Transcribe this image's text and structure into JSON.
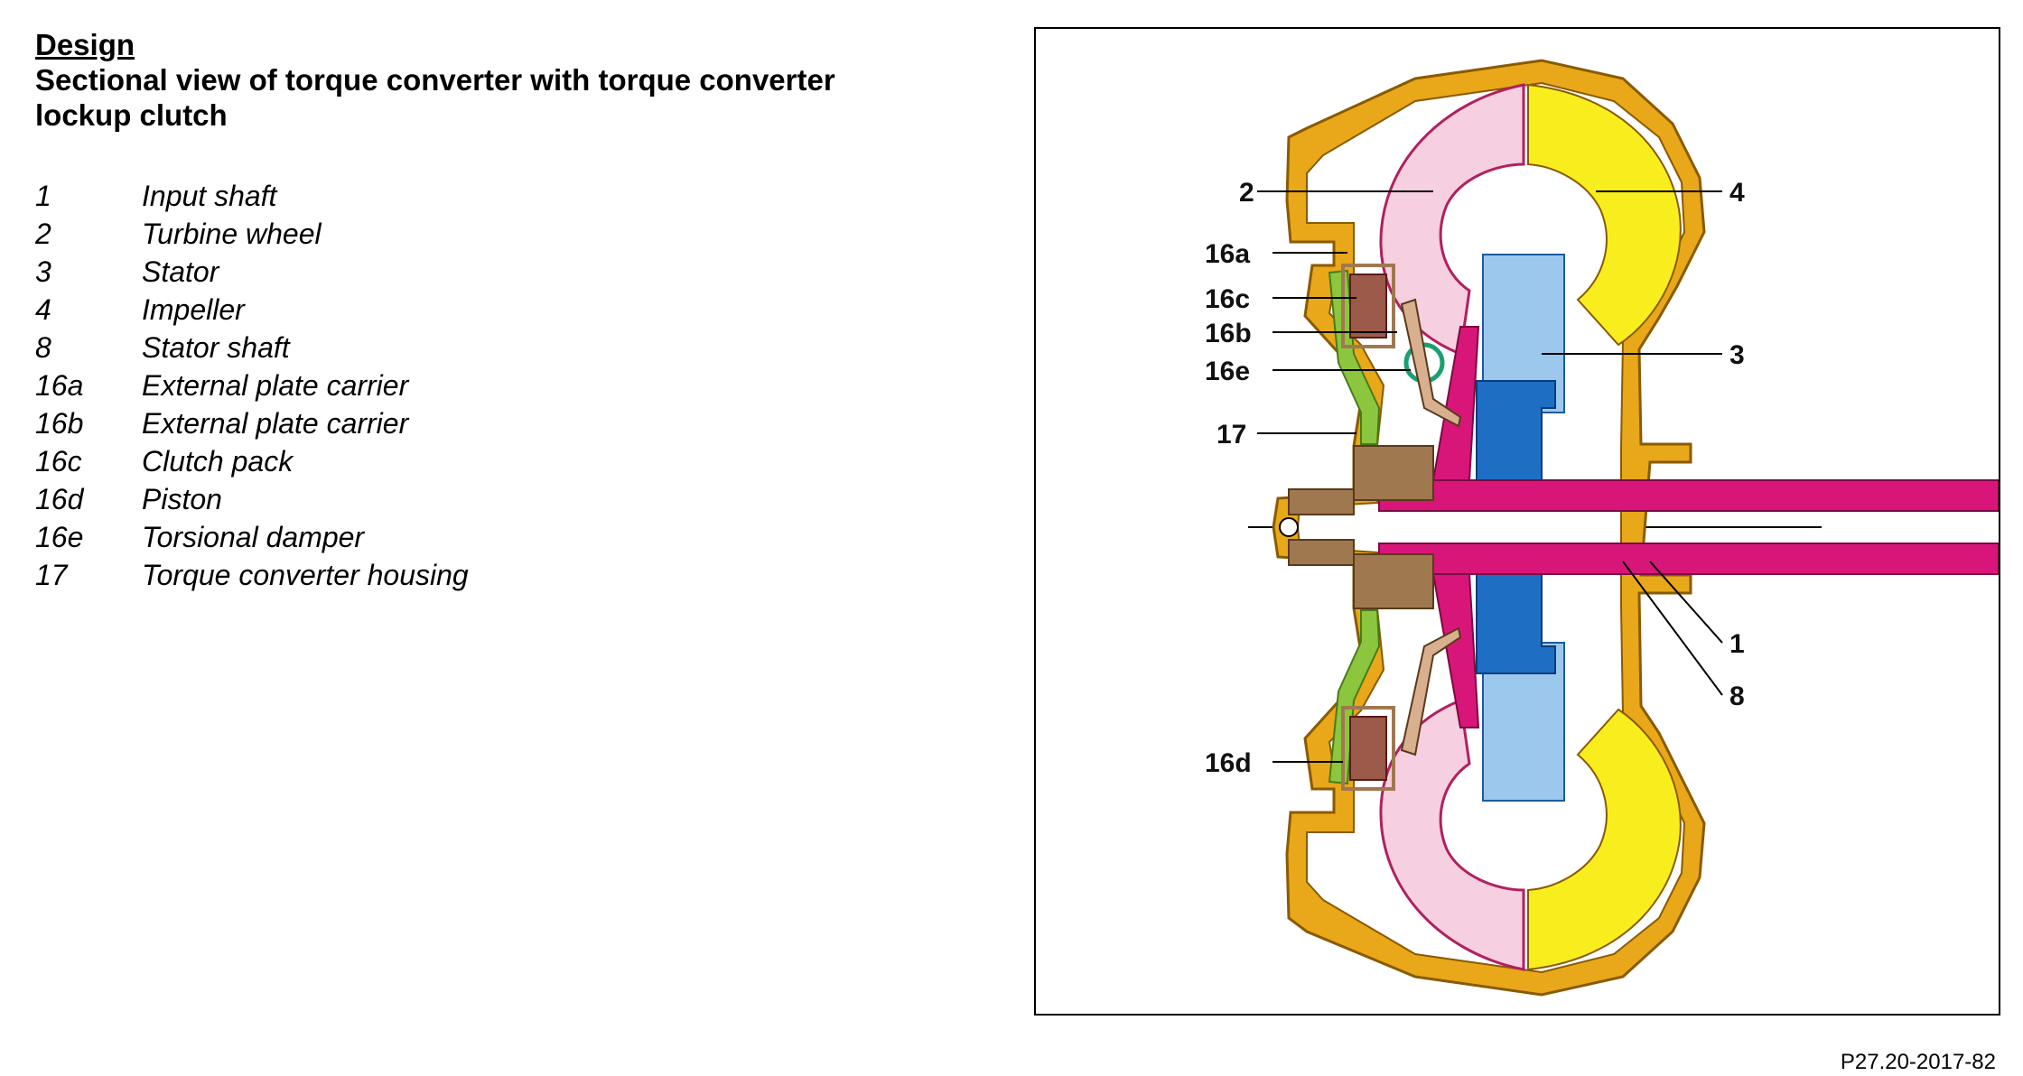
{
  "heading": {
    "label": "Design",
    "title_line1": "Sectional view  of torque converter with torque converter",
    "title_line2": "lockup clutch"
  },
  "legend": [
    {
      "num": "1",
      "label": "Input shaft"
    },
    {
      "num": "2",
      "label": "Turbine wheel"
    },
    {
      "num": "3",
      "label": "Stator"
    },
    {
      "num": "4",
      "label": "Impeller"
    },
    {
      "num": "8",
      "label": "Stator shaft"
    },
    {
      "num": "16a",
      "label": "External plate carrier"
    },
    {
      "num": "16b",
      "label": "External plate carrier"
    },
    {
      "num": "16c",
      "label": "Clutch pack"
    },
    {
      "num": "16d",
      "label": "Piston"
    },
    {
      "num": "16e",
      "label": "Torsional damper"
    },
    {
      "num": "17",
      "label": "Torque converter housing"
    }
  ],
  "callouts": {
    "c2": "2",
    "c4": "4",
    "c16a": "16a",
    "c16c": "16c",
    "c16b": "16b",
    "c16e": "16e",
    "c3": "3",
    "c17": "17",
    "c1": "1",
    "c8": "8",
    "c16d": "16d"
  },
  "figure_reference": "P27.20-2017-82",
  "colors": {
    "housing": "#e8a81a",
    "turbine": "#f6cfe0",
    "impeller": "#f8ee1e",
    "stator": "#9cc8ee",
    "stator_hub": "#1e6fc4",
    "shaft": "#d8167a",
    "piston": "#8cc63f",
    "clutch_pack": "#9b5a4a",
    "damper_spring": "#1aa070",
    "hub": "#a07850"
  }
}
